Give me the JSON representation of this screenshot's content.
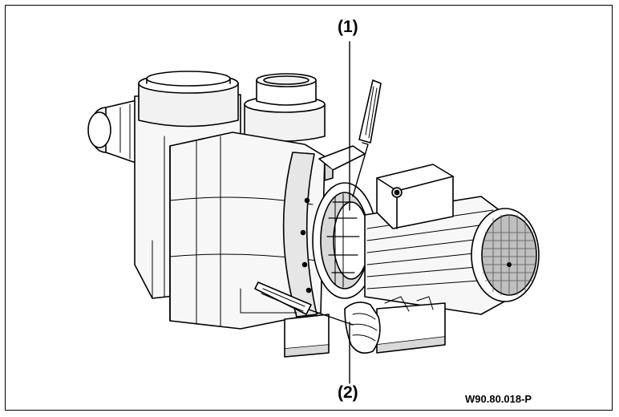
{
  "figure": {
    "callouts": [
      {
        "id": "1",
        "text": "(1)"
      },
      {
        "id": "2",
        "text": "(2)"
      }
    ],
    "reference_code": "W90.80.018-P",
    "colors": {
      "line": "#000000",
      "fill_light": "#f2f2f2",
      "fill_mid": "#d9d9d9",
      "fill_dark": "#8c8c8c"
    }
  }
}
